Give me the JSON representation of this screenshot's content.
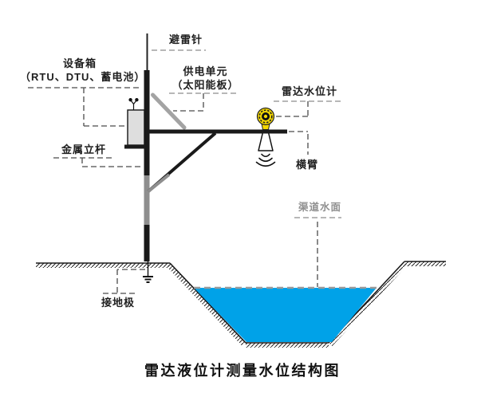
{
  "title": "雷达液位计测量水位结构图",
  "labels": {
    "lightning_rod": "避雷针",
    "equipment_box_line1": "设备箱",
    "equipment_box_line2": "（RTU、DTU、蓄电池）",
    "power_unit_line1": "供电单元",
    "power_unit_line2": "（太阳能板）",
    "radar_gauge": "雷达水位计",
    "metal_pole": "金属立杆",
    "cross_arm": "横臂",
    "channel_surface": "渠道水面",
    "ground_electrode": "接地极"
  },
  "colors": {
    "water": "#00A2E8",
    "radar_body": "#F5D803",
    "pole_dark": "#1A1A1A",
    "pole_gray": "#8E8E8E",
    "solar_panel": "#A3A3A3",
    "box_fill": "#DEDEDE"
  }
}
